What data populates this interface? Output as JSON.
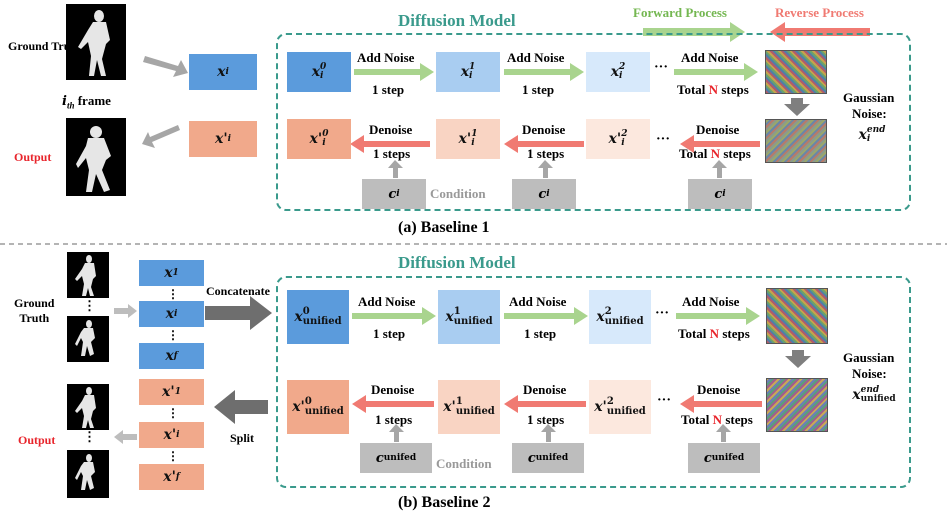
{
  "colors": {
    "teal": "#3a9a8c",
    "blue_dark": "#5b9bdc",
    "blue_mid": "#a9cdf1",
    "blue_light": "#d7e9fb",
    "salmon_dark": "#f1a98b",
    "salmon_mid": "#f9d4c3",
    "salmon_light": "#fce8de",
    "green_arrow": "#a9d48e",
    "red_arrow": "#f07a72",
    "gray_arrow": "#a6a6a6",
    "condition_gray": "#bdbdbd"
  },
  "legend": {
    "forward": "Forward Process",
    "reverse": "Reverse Process"
  },
  "baseline1": {
    "caption": "(a) Baseline 1",
    "model_title": "Diffusion Model",
    "gt_label": "Ground Truth",
    "frame_label": "i",
    "frame_sub": "th",
    "frame_word": " frame",
    "output_label": "Output",
    "input_block": "x",
    "input_sub": "i",
    "output_block": "x'",
    "output_sub": "i",
    "add_noise": "Add Noise",
    "one_step": "1 step",
    "total": "Total",
    "N": "N",
    "steps": "steps",
    "denoise": "Denoise",
    "one_steps": "1 steps",
    "condition": "Condition",
    "cond_var": "c",
    "cond_sub": "i",
    "gaussian_1": "Gaussian",
    "gaussian_2": "Noise:",
    "forward_blocks": [
      {
        "base": "x",
        "sub": "i",
        "sup": "0"
      },
      {
        "base": "x",
        "sub": "i",
        "sup": "1"
      },
      {
        "base": "x",
        "sub": "i",
        "sup": "2"
      }
    ],
    "reverse_blocks": [
      {
        "base": "x'",
        "sub": "i",
        "sup": "0"
      },
      {
        "base": "x'",
        "sub": "i",
        "sup": "1"
      },
      {
        "base": "x'",
        "sub": "i",
        "sup": "2"
      }
    ],
    "gauss_var": "x",
    "gauss_sub": "i",
    "gauss_sup": "end",
    "ellipsis": "···"
  },
  "baseline2": {
    "caption": "(b) Baseline 2",
    "model_title": "Diffusion Model",
    "gt_label_1": "Ground",
    "gt_label_2": "Truth",
    "output_label": "Output",
    "concatenate": "Concatenate",
    "split": "Split",
    "input_stack": [
      {
        "base": "x",
        "sub": "1"
      },
      {
        "base": "x",
        "sub": "i"
      },
      {
        "base": "x",
        "sub": "f"
      }
    ],
    "output_stack": [
      {
        "base": "x'",
        "sub": "1"
      },
      {
        "base": "x'",
        "sub": "i"
      },
      {
        "base": "x'",
        "sub": "f"
      }
    ],
    "forward_blocks": [
      {
        "base": "x",
        "sub": "unified",
        "sup": "0"
      },
      {
        "base": "x",
        "sub": "unified",
        "sup": "1"
      },
      {
        "base": "x",
        "sub": "unified",
        "sup": "2"
      }
    ],
    "reverse_blocks": [
      {
        "base": "x'",
        "sub": "unified",
        "sup": "0"
      },
      {
        "base": "x'",
        "sub": "unified",
        "sup": "1"
      },
      {
        "base": "x'",
        "sub": "unified",
        "sup": "2"
      }
    ],
    "cond_var": "c",
    "cond_sub": "unifed",
    "condition": "Condition",
    "gauss_var": "x",
    "gauss_sub": "unified",
    "gauss_sup": "end",
    "add_noise": "Add Noise",
    "one_step": "1 step",
    "total": "Total",
    "N": "N",
    "steps": "steps",
    "denoise": "Denoise",
    "one_steps": "1 steps",
    "gaussian_1": "Gaussian",
    "gaussian_2": "Noise:",
    "ellipsis": "···",
    "vdots": "⋮"
  }
}
